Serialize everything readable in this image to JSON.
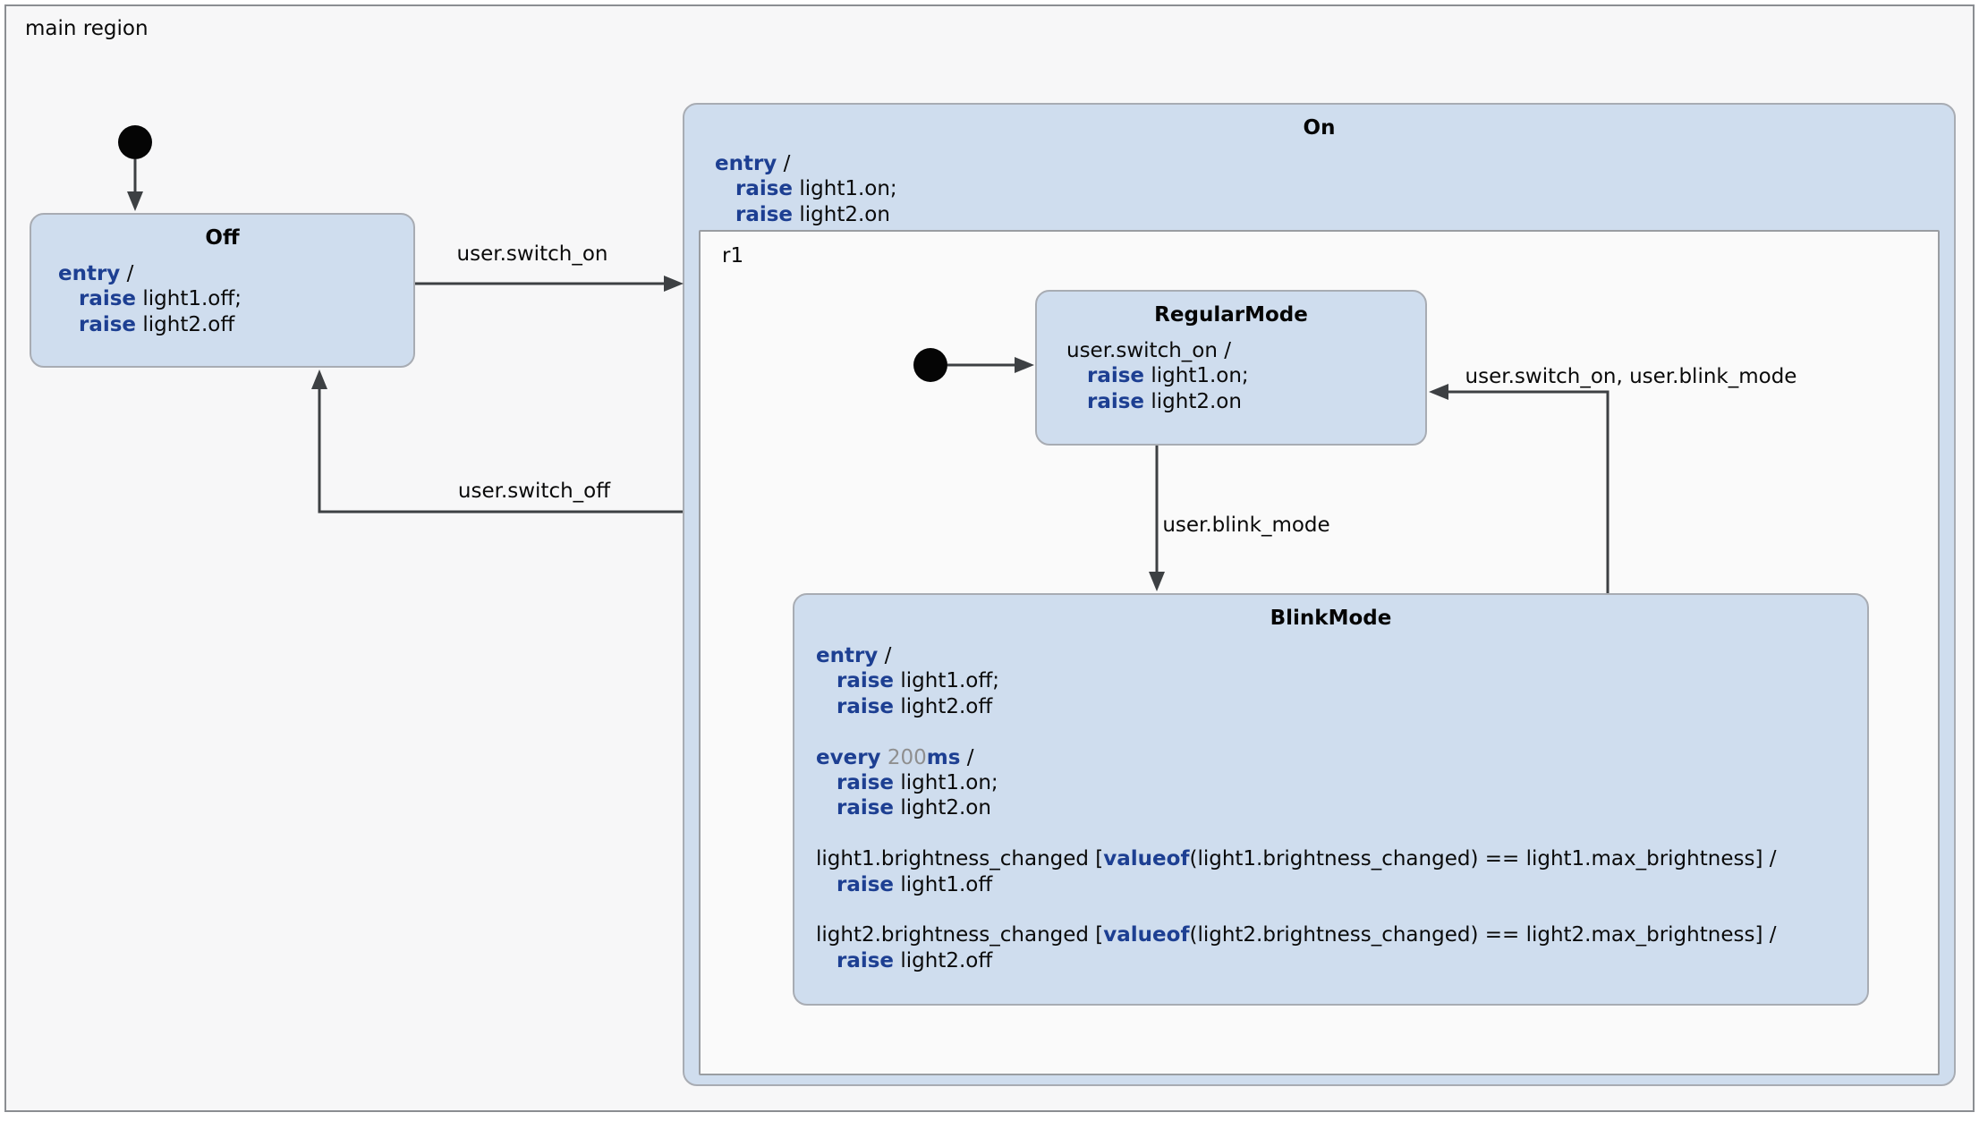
{
  "diagram": {
    "region_label": "main region",
    "colors": {
      "canvas_background": "#f7f7f8",
      "state_fill": "#cfddee",
      "state_border": "#a8acb3",
      "subregion_fill": "#fafafa",
      "keyword_blue": "#1d3f92",
      "number_gray": "#8f8f8f",
      "text_black": "#0a0a0a",
      "wire_gray": "#3d4043"
    },
    "states": {
      "off": {
        "name": "Off",
        "code": [
          {
            "s": [
              [
                "kw",
                "entry"
              ],
              [
                "pl",
                " /"
              ]
            ]
          },
          {
            "i": 1,
            "s": [
              [
                "kw",
                "raise"
              ],
              [
                "pl",
                " light1.off;"
              ]
            ]
          },
          {
            "i": 1,
            "s": [
              [
                "kw",
                "raise"
              ],
              [
                "pl",
                " light2.off"
              ]
            ]
          }
        ]
      },
      "on": {
        "name": "On",
        "region_label": "r1",
        "code": [
          {
            "s": [
              [
                "kw",
                "entry"
              ],
              [
                "pl",
                " /"
              ]
            ]
          },
          {
            "i": 1,
            "s": [
              [
                "kw",
                "raise"
              ],
              [
                "pl",
                " light1.on;"
              ]
            ]
          },
          {
            "i": 1,
            "s": [
              [
                "kw",
                "raise"
              ],
              [
                "pl",
                " light2.on"
              ]
            ]
          }
        ]
      },
      "regular_mode": {
        "name": "RegularMode",
        "code": [
          {
            "s": [
              [
                "pl",
                "user.switch_on /"
              ]
            ]
          },
          {
            "i": 1,
            "s": [
              [
                "kw",
                "raise"
              ],
              [
                "pl",
                " light1.on;"
              ]
            ]
          },
          {
            "i": 1,
            "s": [
              [
                "kw",
                "raise"
              ],
              [
                "pl",
                " light2.on"
              ]
            ]
          }
        ]
      },
      "blink_mode": {
        "name": "BlinkMode",
        "code": [
          {
            "s": [
              [
                "kw",
                "entry"
              ],
              [
                "pl",
                " /"
              ]
            ]
          },
          {
            "i": 1,
            "s": [
              [
                "kw",
                "raise"
              ],
              [
                "pl",
                " light1.off;"
              ]
            ]
          },
          {
            "i": 1,
            "s": [
              [
                "kw",
                "raise"
              ],
              [
                "pl",
                " light2.off"
              ]
            ]
          },
          {
            "blank": true
          },
          {
            "s": [
              [
                "kw",
                "every"
              ],
              [
                "pl",
                " "
              ],
              [
                "num",
                "200"
              ],
              [
                "kw",
                "ms"
              ],
              [
                "pl",
                " /"
              ]
            ]
          },
          {
            "i": 1,
            "s": [
              [
                "kw",
                "raise"
              ],
              [
                "pl",
                " light1.on;"
              ]
            ]
          },
          {
            "i": 1,
            "s": [
              [
                "kw",
                "raise"
              ],
              [
                "pl",
                " light2.on"
              ]
            ]
          },
          {
            "blank": true
          },
          {
            "s": [
              [
                "pl",
                "light1.brightness_changed ["
              ],
              [
                "kw",
                "valueof"
              ],
              [
                "pl",
                "(light1.brightness_changed) == light1.max_brightness] /"
              ]
            ]
          },
          {
            "i": 1,
            "s": [
              [
                "kw",
                "raise"
              ],
              [
                "pl",
                " light1.off"
              ]
            ]
          },
          {
            "blank": true
          },
          {
            "s": [
              [
                "pl",
                "light2.brightness_changed ["
              ],
              [
                "kw",
                "valueof"
              ],
              [
                "pl",
                "(light2.brightness_changed) == light2.max_brightness] /"
              ]
            ]
          },
          {
            "i": 1,
            "s": [
              [
                "kw",
                "raise"
              ],
              [
                "pl",
                " light2.off"
              ]
            ]
          }
        ]
      }
    },
    "transitions": {
      "off_to_on": {
        "label": "user.switch_on"
      },
      "on_to_off": {
        "label": "user.switch_off"
      },
      "regular_to_blink": {
        "label": "user.blink_mode"
      },
      "blink_to_regular": {
        "label": "user.switch_on, user.blink_mode"
      }
    }
  }
}
